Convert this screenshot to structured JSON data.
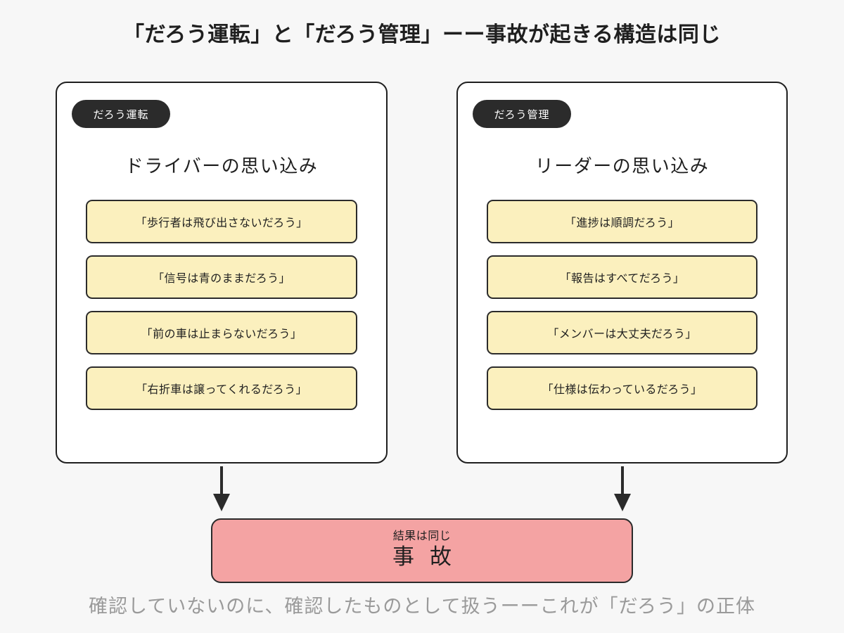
{
  "title": "「だろう運転」と「だろう管理」ーー事故が起きる構造は同じ",
  "cards": [
    {
      "badge": "だろう運転",
      "heading": "ドライバーの思い込み",
      "items": [
        "「歩行者は飛び出さないだろう」",
        "「信号は青のままだろう」",
        "「前の車は止まらないだろう」",
        "「右折車は譲ってくれるだろう」"
      ]
    },
    {
      "badge": "だろう管理",
      "heading": "リーダーの思い込み",
      "items": [
        "「進捗は順調だろう」",
        "「報告はすべてだろう」",
        "「メンバーは大丈夫だろう」",
        "「仕様は伝わっているだろう」"
      ]
    }
  ],
  "result": {
    "kicker": "結果は同じ",
    "main": "事故"
  },
  "footer": "確認していないのに、確認したものとして扱うーーこれが「だろう」の正体",
  "icons": {
    "arrow_left": "down-arrow-icon",
    "arrow_right": "down-arrow-icon"
  },
  "colors": {
    "background": "#F7F7F7",
    "card_bg": "#FFFFFF",
    "border": "#1F1F1F",
    "badge_bg": "#2B2B2B",
    "item_bg": "#FBF0BE",
    "result_bg": "#F4A3A3",
    "footer_text": "#9A9A9A"
  }
}
